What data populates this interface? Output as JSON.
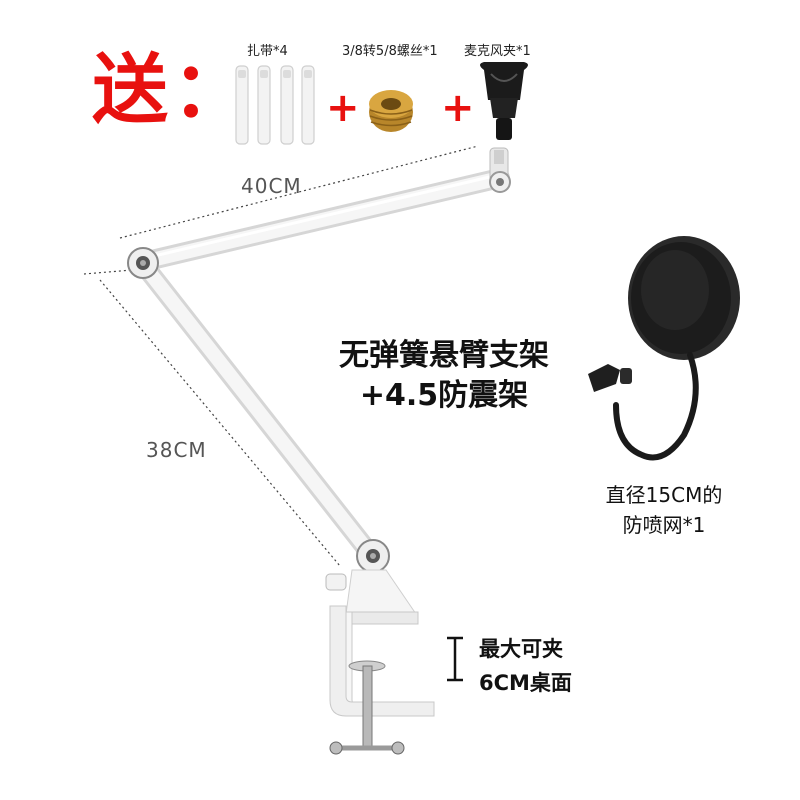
{
  "gift": {
    "label": "送："
  },
  "accessories": [
    {
      "name": "zip-ties",
      "label": "扎带*4"
    },
    {
      "name": "screw-adapter",
      "label": "3/8转5/8螺丝*1"
    },
    {
      "name": "mic-clip",
      "label": "麦克风夹*1"
    }
  ],
  "plus_sign": "+",
  "dimensions": {
    "upper_arm": "40CM",
    "lower_arm": "38CM"
  },
  "product_title": {
    "line1": "无弹簧悬臂支架",
    "line2": "+4.5防震架"
  },
  "pop_filter": {
    "line1": "直径15CM的",
    "line2": "防喷网*1"
  },
  "clamp": {
    "line1": "最大可夹",
    "line2": "6CM桌面"
  },
  "colors": {
    "accent": "#e8110f",
    "arm": "#f2f2f2",
    "filter": "#1a1a1a",
    "screw": "#c9962a"
  }
}
